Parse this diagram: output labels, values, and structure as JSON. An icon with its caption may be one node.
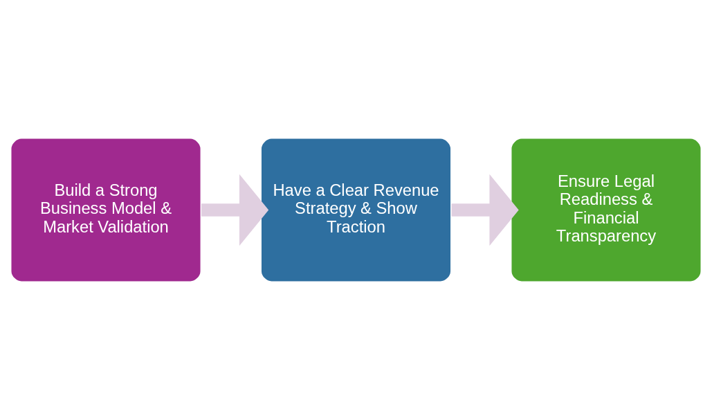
{
  "diagram": {
    "nodes": [
      {
        "text": [
          "Build a Strong Business Model & Market Validation"
        ]
      },
      {
        "text": [
          "Have a Clear Revenue Strategy & Show Traction"
        ]
      },
      {
        "text": [
          "Ensure Legal Readiness & Financial Transparency"
        ]
      }
    ],
    "edges": [
      {
        "from": 0,
        "to": 1,
        "arrow": "to"
      },
      {
        "from": 1,
        "to": 2,
        "arrow": "to"
      }
    ]
  }
}
